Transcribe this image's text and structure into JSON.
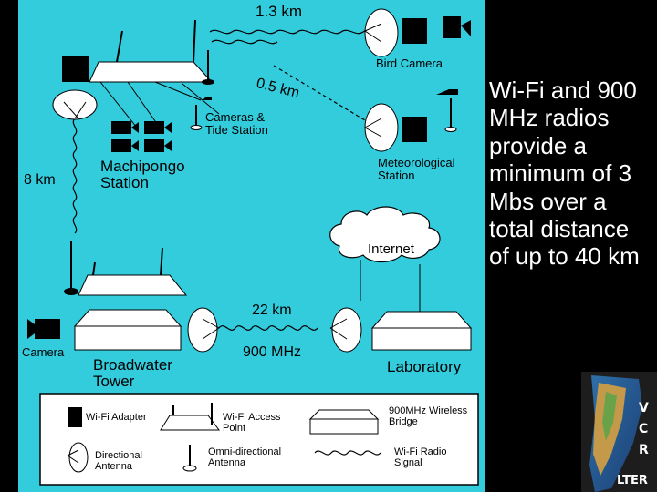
{
  "diagram": {
    "distances": {
      "d_1_3_km": "1.3 km",
      "d_0_5_km": "0.5 km",
      "d_8_km": "8 km",
      "d_22_km": "22 km",
      "freq_900": "900 MHz"
    },
    "nodes": {
      "bird_camera": "Bird Camera",
      "cameras_tide": "Cameras &\nTide Station",
      "machipongo": "Machipongo\nStation",
      "meteorological": "Meteorological\nStation",
      "internet": "Internet",
      "camera": "Camera",
      "broadwater": "Broadwater\nTower",
      "laboratory": "Laboratory"
    },
    "legend": {
      "wifi_adapter": "Wi-Fi Adapter",
      "wifi_access_point": "Wi-Fi Access\nPoint",
      "bridge_900": "900MHz Wireless\nBridge",
      "directional_antenna": "Directional\nAntenna",
      "omni_antenna": "Omni-directional\nAntenna",
      "wifi_radio_signal": "Wi-Fi Radio\nSignal"
    }
  },
  "side_text": "Wi-Fi and 900 MHz radios provide a minimum of 3 Mbs over a total distance of up to 40 km",
  "logo": {
    "letters": [
      "V",
      "C",
      "R"
    ],
    "wordmark": "LTER"
  },
  "colors": {
    "background": "#000000",
    "diagram_fill": "#33ccdd",
    "side_text": "#ffffff"
  }
}
